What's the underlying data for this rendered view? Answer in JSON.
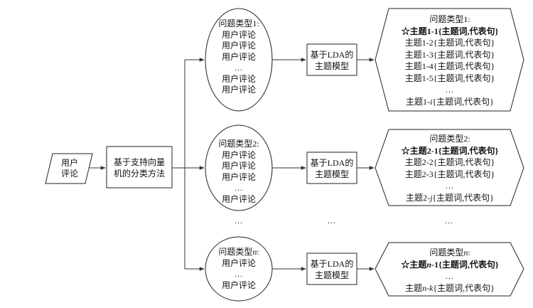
{
  "input": {
    "line1": "用户",
    "line2": "评论"
  },
  "svm": {
    "line1": "基于支持向量",
    "line2": "机的分类方法"
  },
  "type1": {
    "title": "问题类型1:",
    "reviews": [
      "用户评论",
      "用户评论",
      "用户评论"
    ],
    "ellipsis": "...",
    "tail": [
      "用户评论",
      "用户评论"
    ]
  },
  "type2": {
    "title": "问题类型2:",
    "reviews": [
      "用户评论",
      "用户评论",
      "用户评论"
    ],
    "ellipsis": "...",
    "tail": [
      "用户评论"
    ]
  },
  "typen": {
    "title_prefix": "问题类型",
    "title_var": "n",
    "title_suffix": ":",
    "reviews": [
      "用户评论"
    ],
    "ellipsis": "...",
    "tail": [
      "用户评论"
    ]
  },
  "lda": {
    "line1": "基于LDA的",
    "line2": "主题模型"
  },
  "topics1": {
    "title": "问题类型1:",
    "highlight": "☆主题1-1{主题词,代表句}",
    "items": [
      "主题1-2{主题词,代表句}",
      "主题1-3{主题词,代表句}",
      "主题1-4{主题词,代表句}",
      "主题1-5{主题词,代表句}"
    ],
    "ellipsis": "...",
    "last_prefix": "主题1-",
    "last_var": "i",
    "last_suffix": "{主题词,代表句}"
  },
  "topics2": {
    "title": "问题类型2:",
    "highlight": "☆主题2-1{主题词,代表句}",
    "items": [
      "主题2-2{主题词,代表句}",
      "主题2-3{主题词,代表句}"
    ],
    "ellipsis": "...",
    "last_prefix": "主题2-",
    "last_var": "j",
    "last_suffix": "{主题词,代表句}"
  },
  "topicsn": {
    "title_prefix": "问题类型",
    "title_var": "n",
    "title_suffix": ":",
    "highlight_prefix": "☆主题",
    "highlight_var": "n",
    "highlight_suffix": "-1{主题词,代表句}",
    "ellipsis": "...",
    "last_prefix": "主题",
    "last_var": "n",
    "last_mid": "-",
    "last_var2": "k",
    "last_suffix": "{主题词,代表句}"
  },
  "gap_dots": {
    "col1": "...",
    "col2": "...",
    "col3": "..."
  }
}
